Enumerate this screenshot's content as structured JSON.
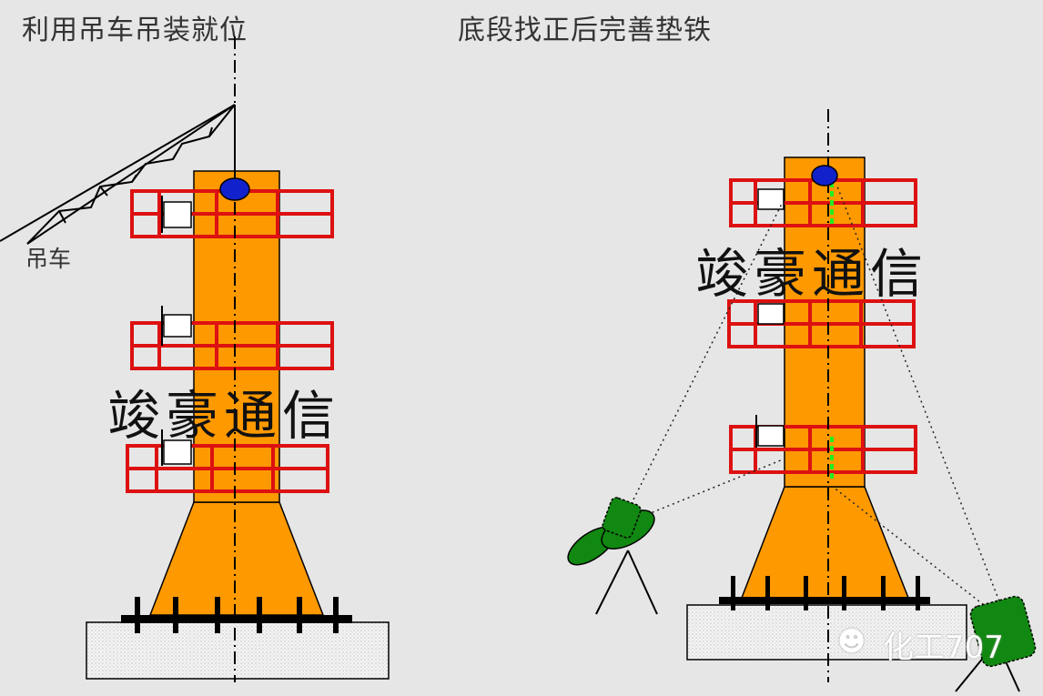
{
  "captions": {
    "left": "利用吊车吊装就位",
    "right": "底段找正后完善垫铁"
  },
  "labels": {
    "crane": "吊车"
  },
  "watermarks": {
    "left": "竣豪通信",
    "right": "竣豪通信"
  },
  "credit": {
    "text": "化工707",
    "icon": "wechat-icon"
  },
  "colors": {
    "background": "#e6e6e6",
    "column": "#ff9900",
    "platform": "#dd1111",
    "centerline": "#000000",
    "laser": "#22ee22",
    "instrument": "#118811",
    "foundation": "#f2f2f2",
    "marker": "#1122cc"
  }
}
